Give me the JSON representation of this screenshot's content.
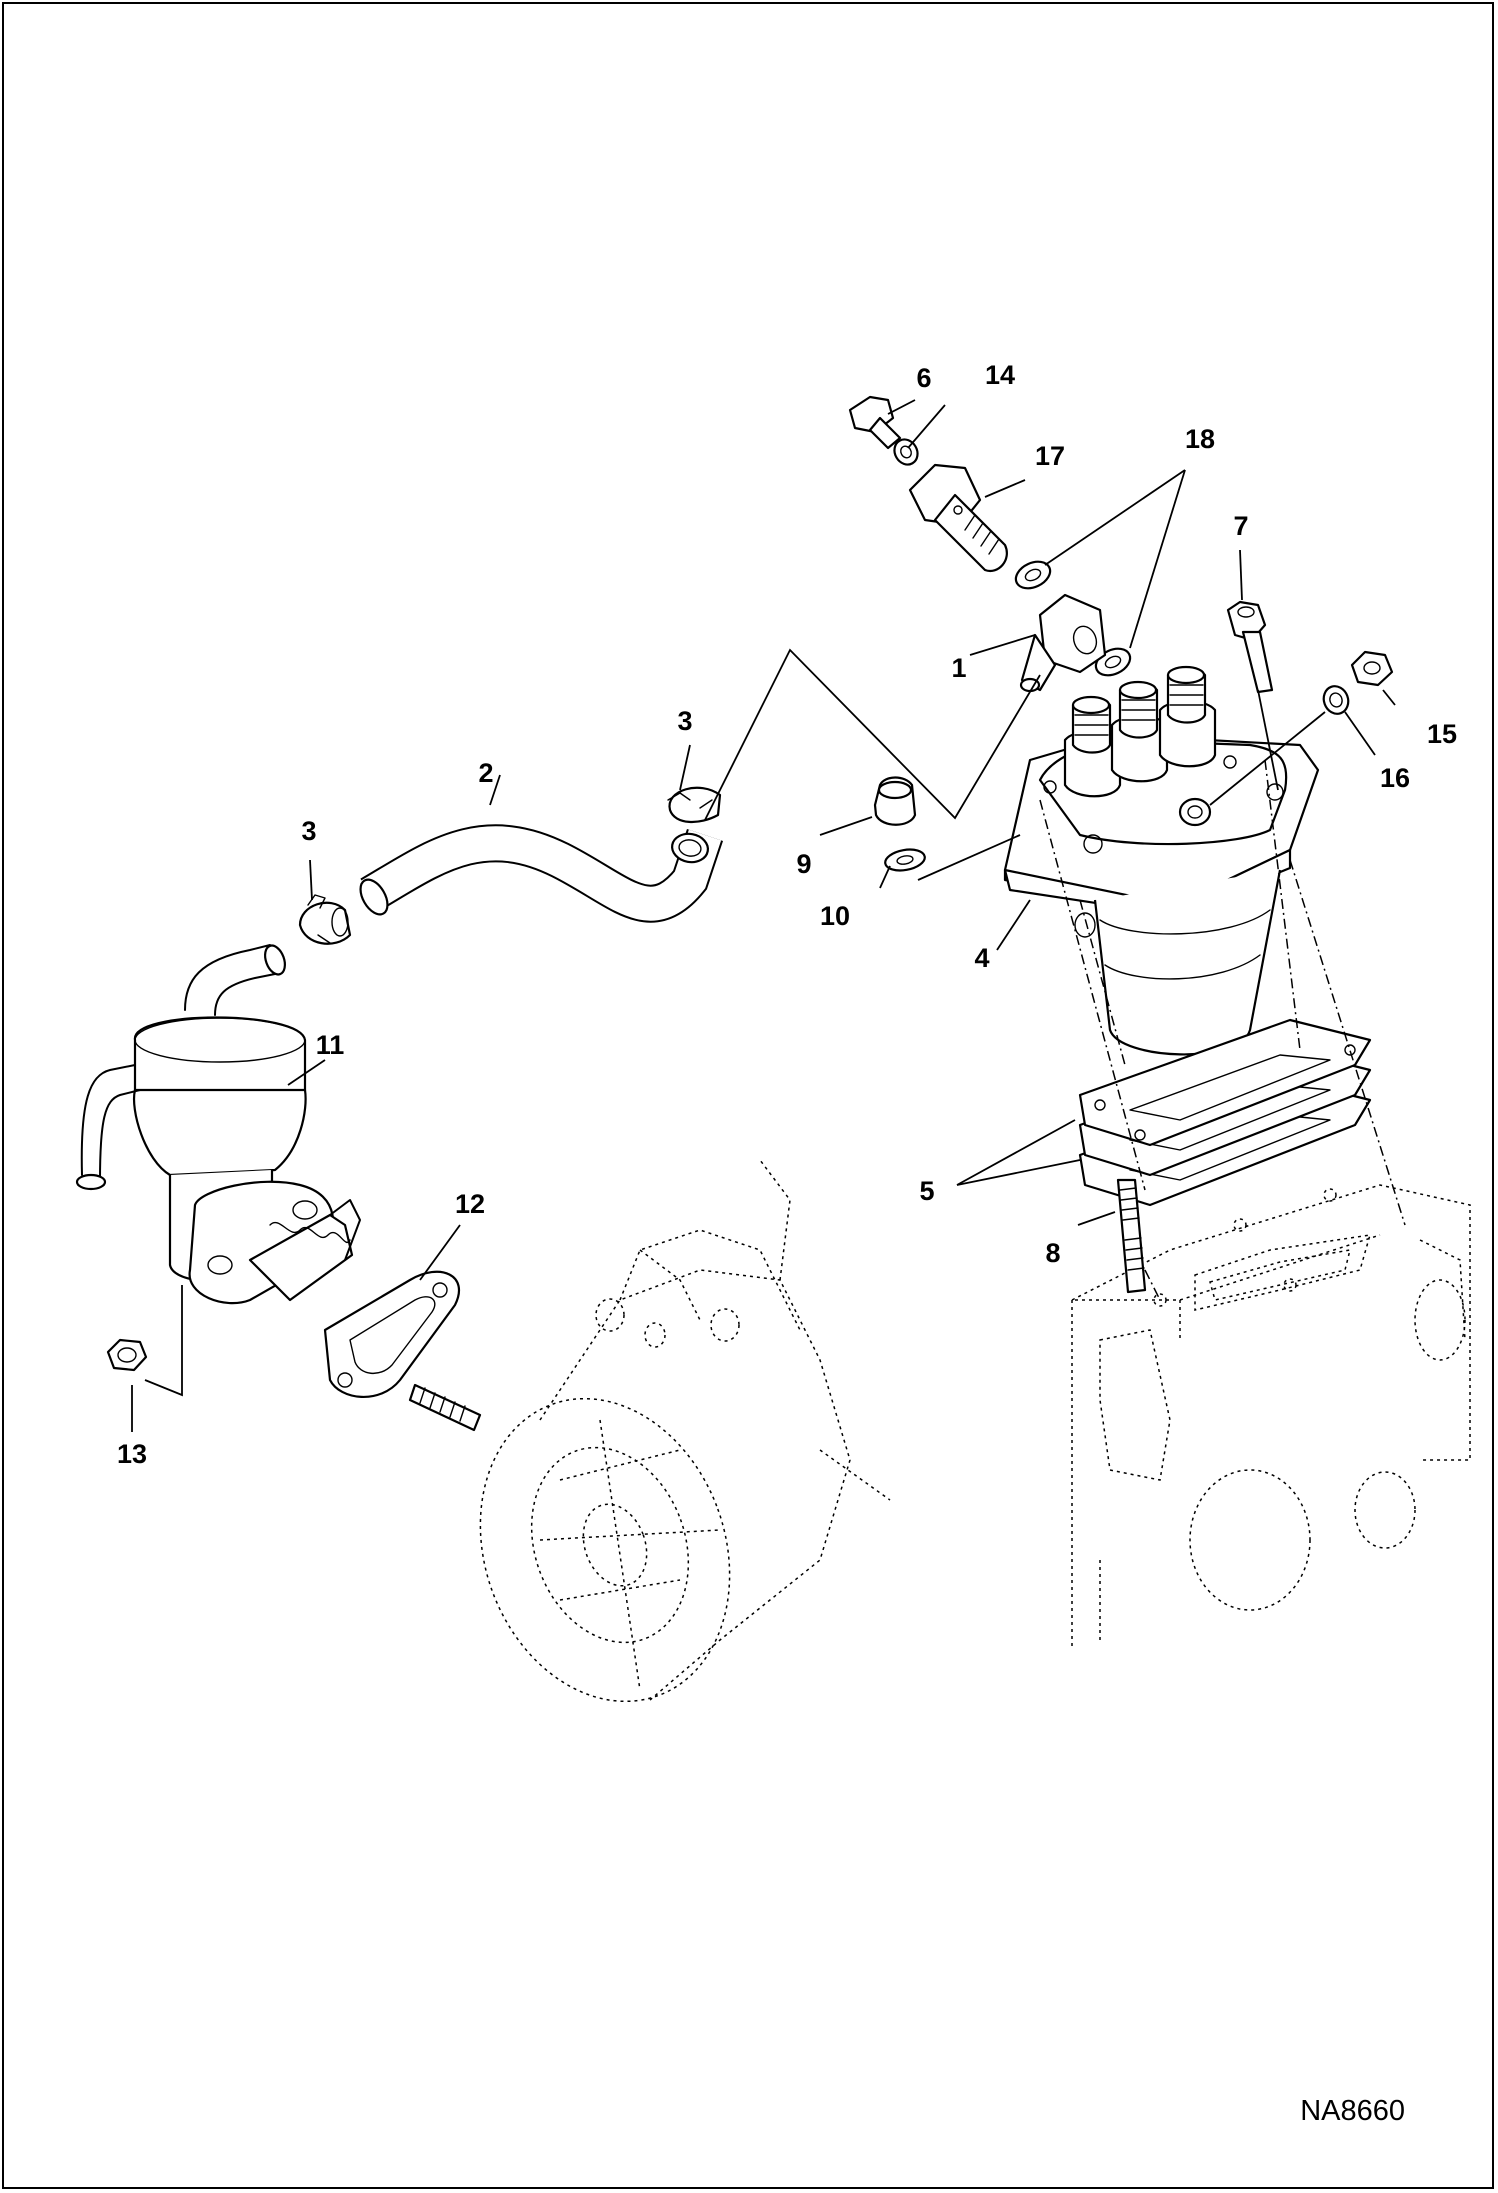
{
  "figure_id": "NA8660",
  "callouts": {
    "c1": "1",
    "c2": "2",
    "c3a": "3",
    "c3b": "3",
    "c4": "4",
    "c5": "5",
    "c6": "6",
    "c7": "7",
    "c8": "8",
    "c9": "9",
    "c10": "10",
    "c11": "11",
    "c12": "12",
    "c13": "13",
    "c14": "14",
    "c15": "15",
    "c16": "16",
    "c17": "17",
    "c18": "18"
  }
}
